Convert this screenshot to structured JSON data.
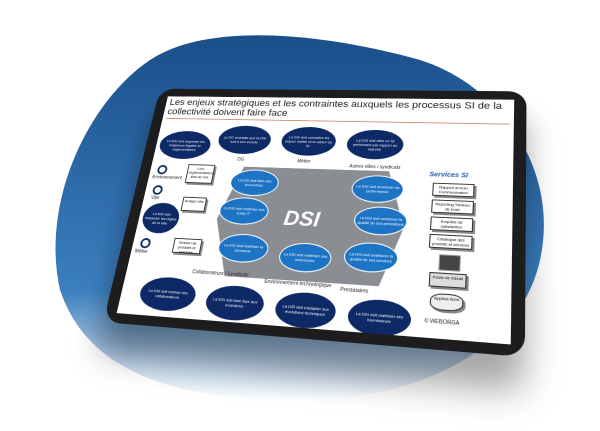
{
  "colors": {
    "blob": "#1f5f9e",
    "dark_bubble": "#0d2a66",
    "light_bubble": "#1e74c4",
    "hexagon": "#8a8d92"
  },
  "diagram": {
    "title": "Les enjeux stratégiques et les contraintes auxquels les processus SI de la collectivité doivent faire face",
    "center": "DSI",
    "top_labels": [
      "DG",
      "Métier",
      "Autres villes / syndicats"
    ],
    "bottom_labels": [
      "Collaborateurs / Syndicats",
      "Environnement technologique",
      "Prestataires"
    ],
    "left_labels": [
      "Environnement",
      "Ville",
      "Métier"
    ],
    "outer_bubbles": [
      "La DSI doit respecter les exigences légales et réglementaires",
      "La DG souhaite que la DSI soit à son écoute",
      "La DSI doit connaître les enjeux métier et la valeur du SI",
      "La DSI doit offrir un SI performant par rapport au marché",
      "La DSI doit respecter les règles de la ville",
      "La DSI doit motiver ses collaborateurs",
      "La DSI doit faire face aux évolutions",
      "La DSI doit s'adapter aux évolutions techniques",
      "La DSI doit maîtriser ses fournisseurs"
    ],
    "inner_bubbles": [
      "La DSI doit faire des économies",
      "La DSI doit améliorer sa performance",
      "La DSI doit maîtriser ses coûts IT",
      "La DSI doit améliorer la qualité de ses prestations",
      "La DSI doit maîtriser la demande",
      "La DSI doit maîtriser ses ressources",
      "La DSI doit améliorer la qualité de ses services"
    ],
    "left_boxes": [
      "Lois, réglementations, état de l'art",
      "Budget ville",
      "Gestion de produits et services"
    ],
    "services_title": "Services SI",
    "right_boxes": [
      "Rapport annuel Communication",
      "Reporting Tableau de bord",
      "Enquête de satisfaction",
      "Catalogue des produits et services"
    ],
    "workstation": "Poste de travail",
    "applications": "Applica tions",
    "copyright": "© WEBORGA"
  }
}
